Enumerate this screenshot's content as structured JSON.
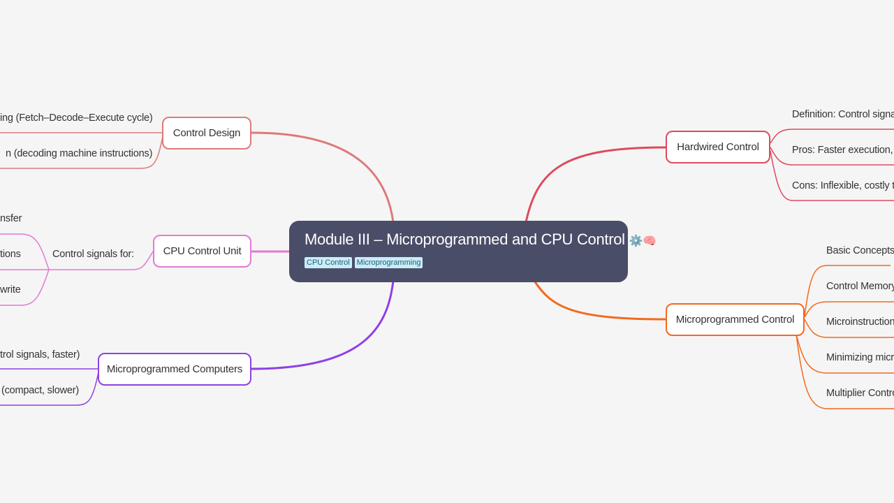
{
  "central": {
    "title": "Module III – Microprogrammed and CPU Control",
    "emoji": "⚙️🧠",
    "tags": [
      "CPU Control",
      "Microprogramming"
    ]
  },
  "colors": {
    "central_bg": "#4a4d68",
    "control_design": "#dd7a78",
    "cpu_control_unit": "#e478d2",
    "microprogrammed_computers": "#8f3fe6",
    "hardwired_control": "#dd4a5e",
    "microprogrammed_control": "#f26a1d"
  },
  "branches": {
    "control_design": {
      "label": "Control Design",
      "children": [
        "ing (Fetch–Decode–Execute cycle)",
        "n (decoding machine instructions)"
      ]
    },
    "cpu_control_unit": {
      "label": "CPU Control Unit",
      "sub_label": "Control signals for:",
      "children": [
        "nsfer",
        "tions",
        "write"
      ]
    },
    "microprogrammed_computers": {
      "label": "Microprogrammed Computers",
      "children": [
        "trol signals, faster)",
        "(compact, slower)"
      ]
    },
    "hardwired_control": {
      "label": "Hardwired Control",
      "children": [
        "Definition: Control signa",
        "Pros: Faster execution, si",
        "Cons: Inflexible, costly to"
      ]
    },
    "microprogrammed_control": {
      "label": "Microprogrammed Control",
      "children": [
        "Basic Concepts",
        "Control Memory",
        "Microinstruction",
        "Minimizing micro",
        "Multiplier Contro"
      ]
    }
  }
}
